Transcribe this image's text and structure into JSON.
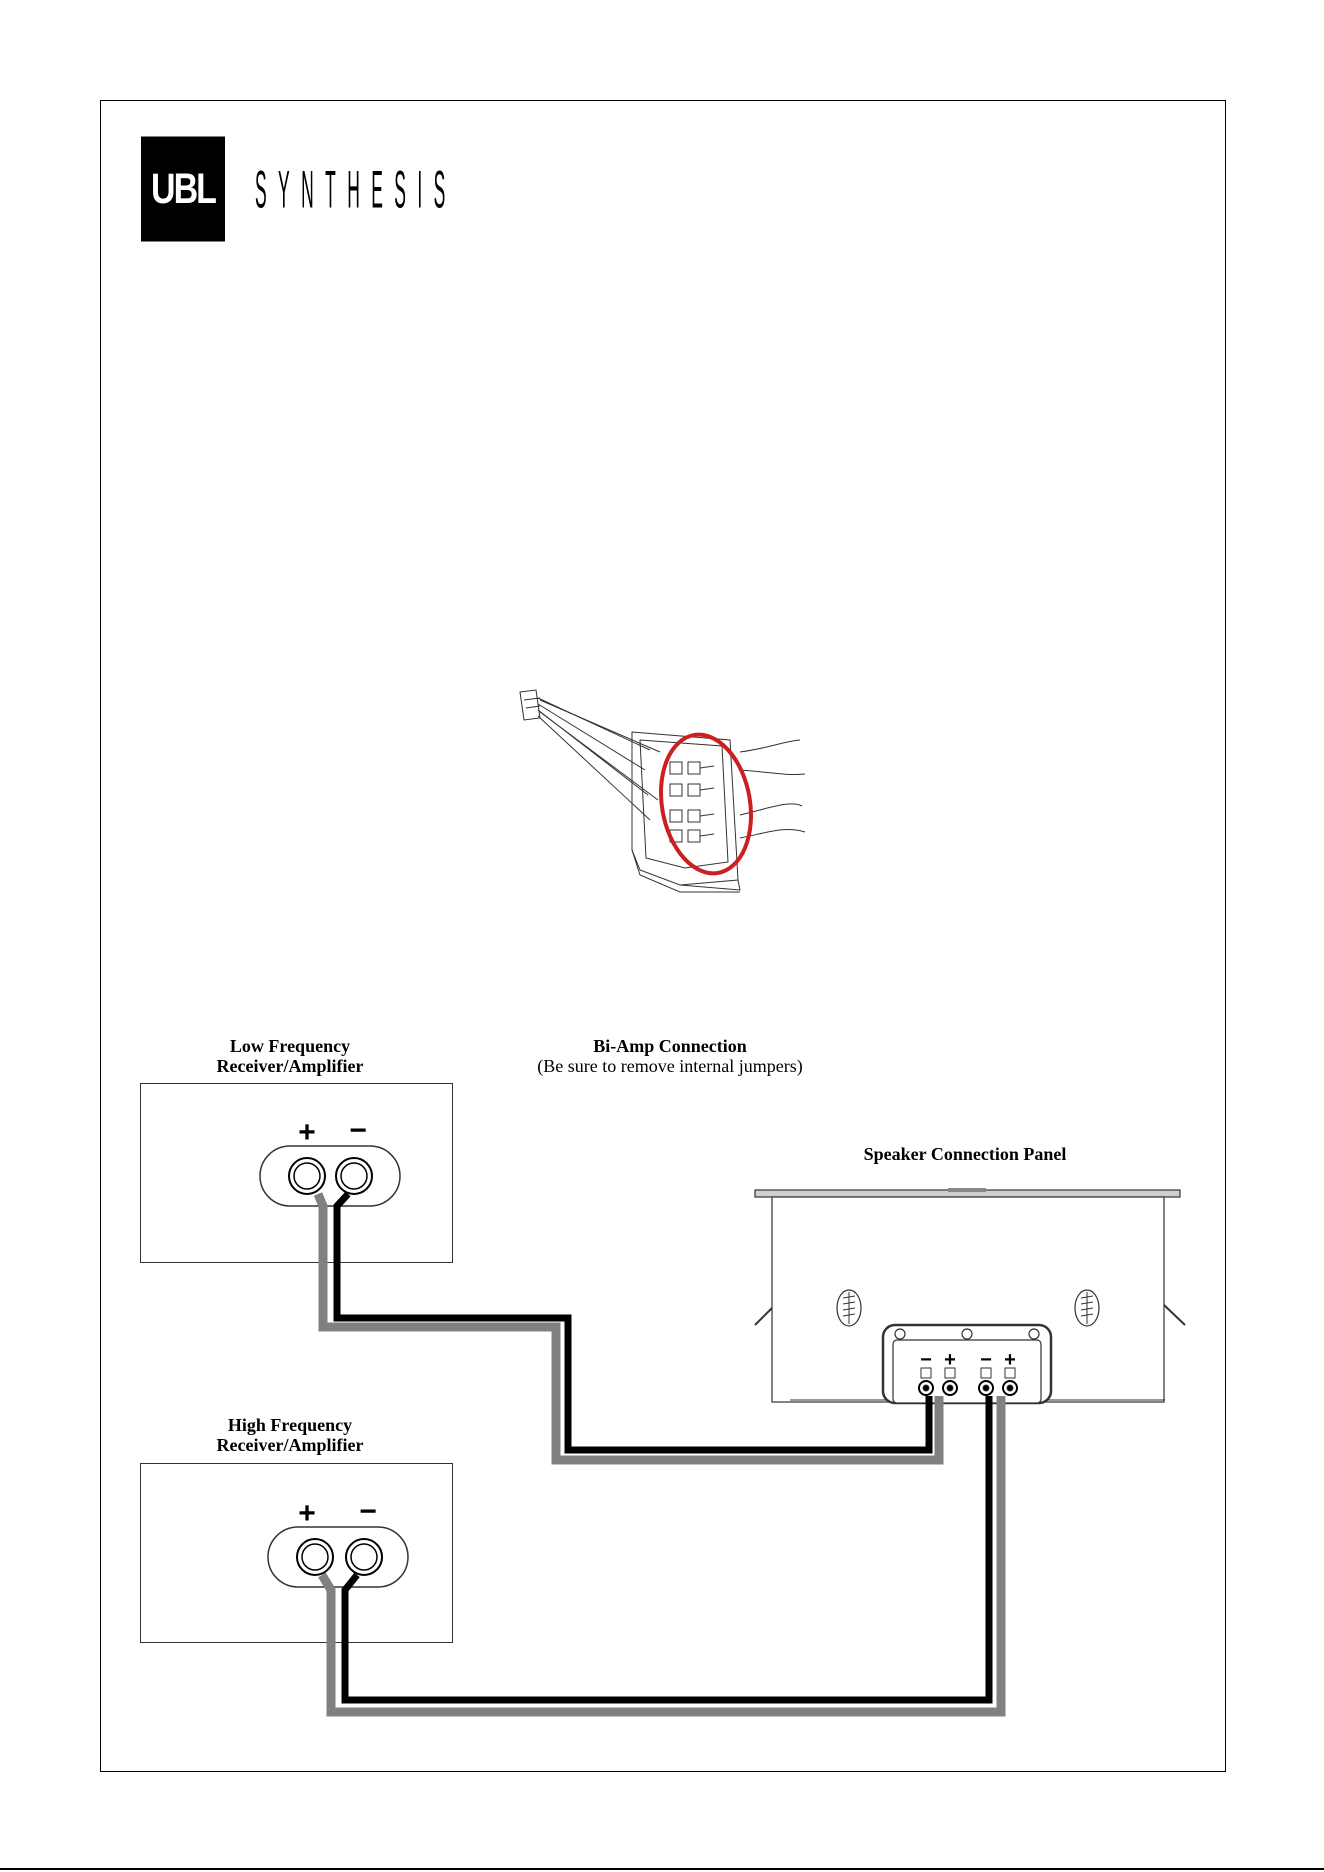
{
  "brand": {
    "logo_text": "UBL",
    "wordmark": "SYNTHESIS"
  },
  "labels": {
    "low_title_1": "Low Frequency",
    "low_title_2": "Receiver/Amplifier",
    "high_title_1": "High Frequency",
    "high_title_2": "Receiver/Amplifier",
    "biamp_title": "Bi-Amp Connection",
    "biamp_note": "(Be sure to remove internal jumpers)",
    "panel_title": "Speaker Connection Panel"
  },
  "terminals": {
    "plus": "+",
    "minus": "−"
  },
  "colors": {
    "wire_black": "#000000",
    "wire_gray": "#808080",
    "highlight": "#cc1f1f"
  }
}
